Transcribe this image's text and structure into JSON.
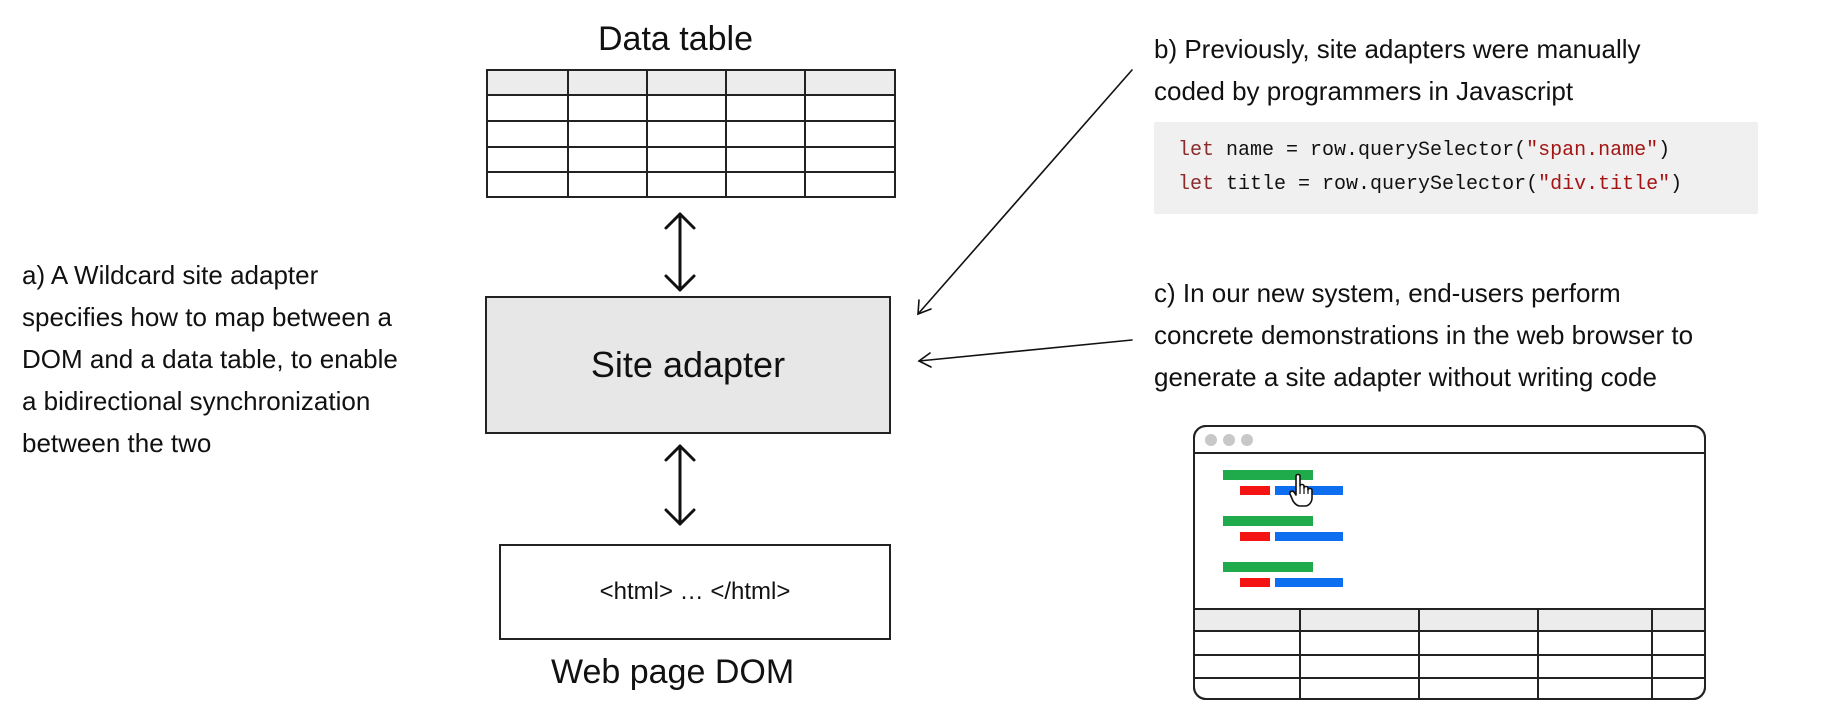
{
  "data_table": {
    "title": "Data table",
    "rows": 5,
    "cols": 5
  },
  "site_adapter": {
    "label": "Site adapter"
  },
  "web_page_dom": {
    "title": "Web page DOM",
    "html_label": "<html> … </html>"
  },
  "notes": {
    "a": [
      "a) A Wildcard site adapter",
      "specifies how to map between a",
      "DOM and a data table, to enable",
      "a bidirectional synchronization",
      "between the two"
    ],
    "b": [
      "b) Previously, site adapters were manually",
      "coded by programmers in Javascript"
    ],
    "c": [
      "c) In our new system, end-users perform",
      "concrete demonstrations in the web browser to",
      "generate a site adapter without writing code"
    ]
  },
  "code_snippet": {
    "line1": {
      "keyword": "let",
      "rest": " name = row.querySelector(",
      "string": "\"span.name\"",
      "close": ")"
    },
    "line2": {
      "keyword": "let",
      "rest": " title = row.querySelector(",
      "string": "\"div.title\"",
      "close": ")"
    }
  },
  "colors": {
    "adapter_fill": "#e7e7e7",
    "code_bg": "#f0f0f0",
    "green": "#1faa4b",
    "red": "#f41414",
    "blue": "#0d6ef0",
    "dot": "#c8c8c8"
  }
}
